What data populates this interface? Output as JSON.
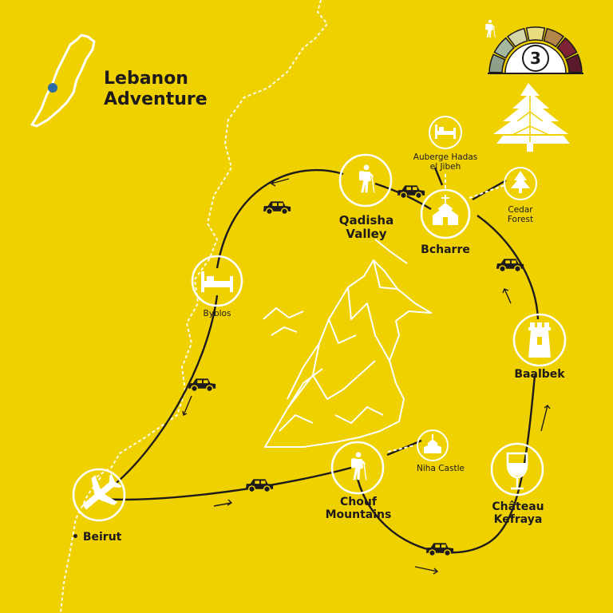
{
  "title": {
    "line1": "Lebanon",
    "line2": "Adventure"
  },
  "difficulty": {
    "level": "3",
    "max_segments": 7,
    "colors": [
      "#8fa08a",
      "#a4b8a0",
      "#d4d6a8",
      "#e8de80",
      "#b5864a",
      "#7d2335",
      "#5b1a2b"
    ]
  },
  "stops": {
    "beirut": {
      "label": "• Beirut",
      "icon": "airplane-icon"
    },
    "chouf": {
      "line1": "Chouf",
      "line2": "Mountains",
      "icon": "hiker-icon"
    },
    "kefraya": {
      "line1": "Château",
      "line2": "Kefraya",
      "icon": "wine-glass-icon"
    },
    "baalbek": {
      "label": "Baalbek",
      "icon": "tower-icon"
    },
    "bcharre": {
      "label": "Bcharre",
      "icon": "church-icon"
    },
    "qadisha": {
      "line1": "Qadisha",
      "line2": "Valley",
      "icon": "hiker-icon"
    },
    "byblos": {
      "label": "Byblos",
      "icon": "bed-icon"
    }
  },
  "side_stops": {
    "niha": {
      "label": "Niha Castle",
      "icon": "church-icon"
    },
    "cedar": {
      "line1": "Cedar",
      "line2": "Forest",
      "icon": "cedar-tree-icon"
    },
    "auberge": {
      "line1": "Auberge Hadas",
      "line2": "el Jibeh",
      "icon": "bed-icon"
    }
  },
  "colors": {
    "background": "#efd100",
    "ink": "#1e1a1a",
    "marker": "#2e6da4"
  }
}
